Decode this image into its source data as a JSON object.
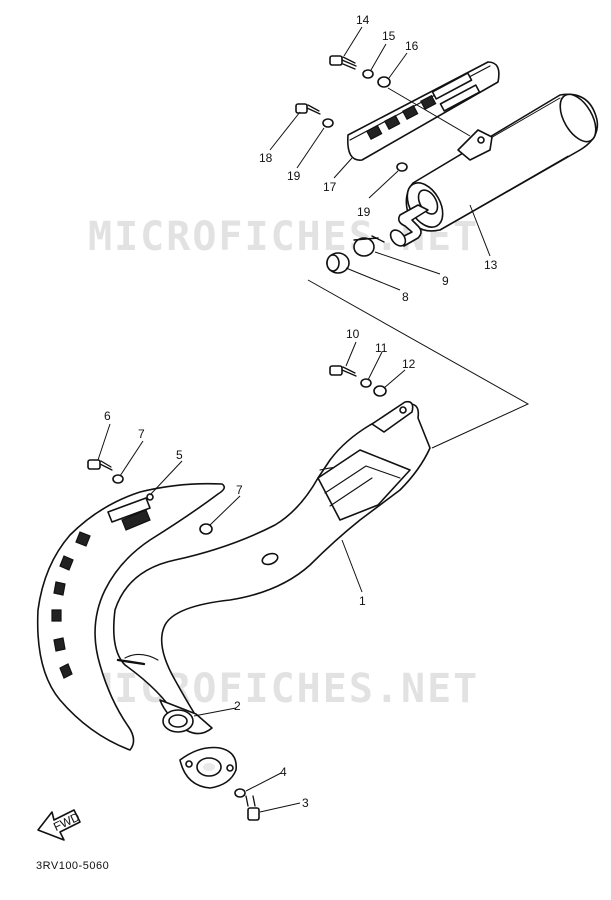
{
  "watermark": {
    "text": "MICROFICHES.NET"
  },
  "diagram_code": "3RV100-5060",
  "fwd_label": "FWD",
  "callouts": {
    "c1": "1",
    "c2": "2",
    "c3": "3",
    "c4": "4",
    "c5": "5",
    "c6": "6",
    "c7a": "7",
    "c7b": "7",
    "c8": "8",
    "c9": "9",
    "c10": "10",
    "c11": "11",
    "c12": "12",
    "c13": "13",
    "c14": "14",
    "c15": "15",
    "c16": "16",
    "c17": "17",
    "c18": "18",
    "c19a": "19",
    "c19b": "19"
  }
}
